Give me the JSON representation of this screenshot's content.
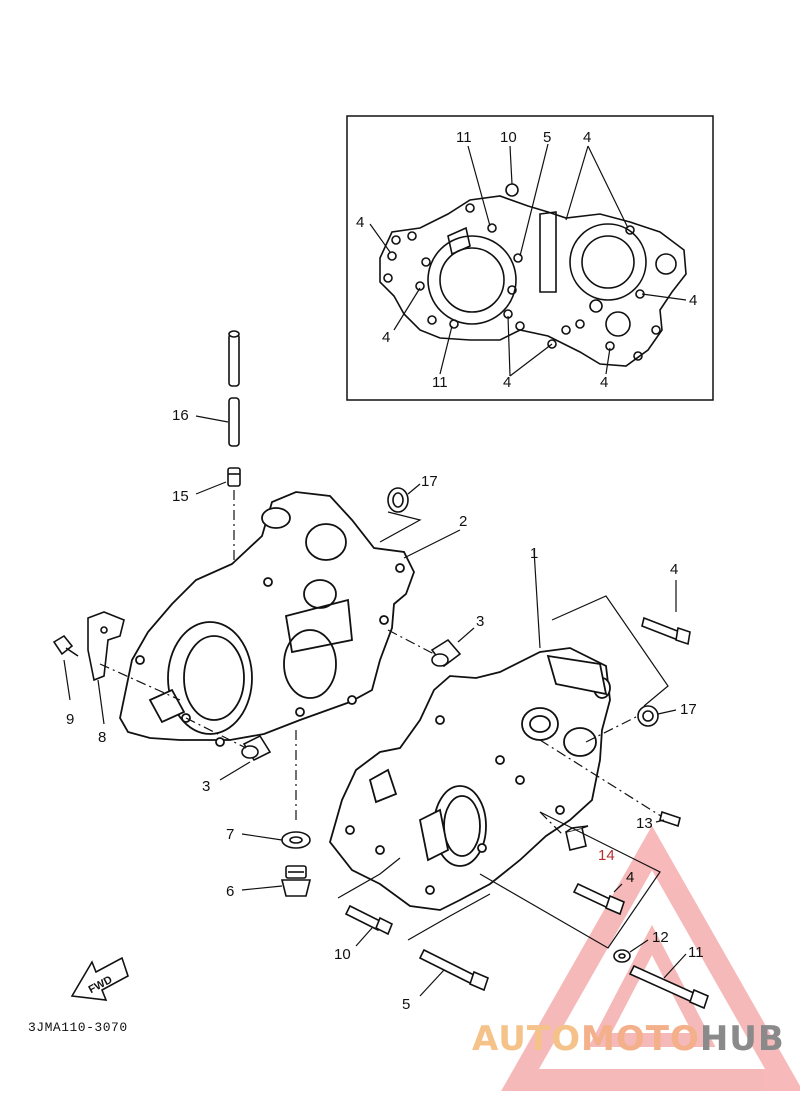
{
  "diagram": {
    "code": "3JMA110-3070",
    "fwd": "FWD",
    "inset_labels": {
      "l11_top": "11",
      "l10_top": "10",
      "l5_top": "5",
      "l4_top": "4",
      "l4_left": "4",
      "l4_right": "4",
      "l4_lowerleft": "4",
      "l11_bottom": "11",
      "l4_bottom_mid": "4",
      "l4_bottom_right": "4"
    },
    "part_labels": {
      "p1": "1",
      "p2": "2",
      "p3_upper": "3",
      "p3_lower": "3",
      "p4_upper": "4",
      "p4_lower": "4",
      "p5": "5",
      "p6": "6",
      "p7": "7",
      "p8": "8",
      "p9": "9",
      "p10": "10",
      "p11": "11",
      "p12": "12",
      "p13": "13",
      "p14": "14",
      "p15": "15",
      "p16": "16",
      "p17_upper": "17",
      "p17_lower": "17"
    },
    "colors": {
      "line": "#111111",
      "highlight_label": "#b43030",
      "watermark_triangle": "#f08080"
    }
  },
  "watermark": {
    "part1": "AUTO",
    "part2": "MOTO",
    "part3": "HUB"
  }
}
